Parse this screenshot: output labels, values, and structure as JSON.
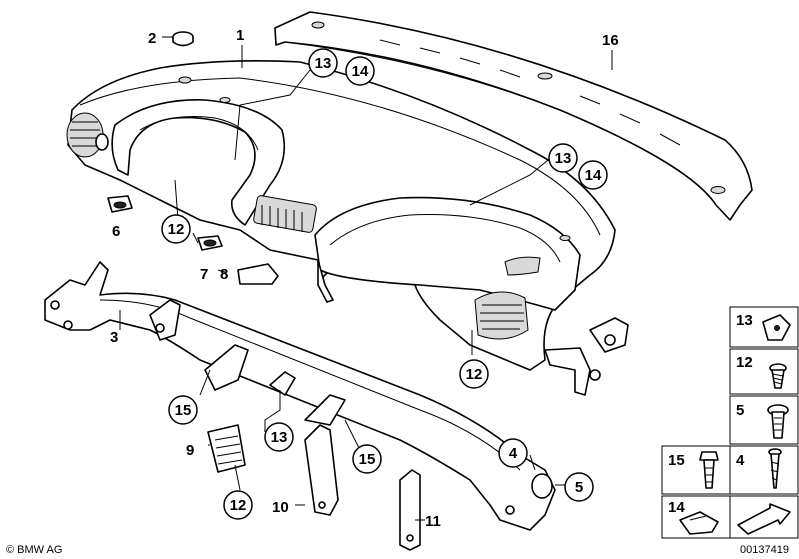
{
  "diagram": {
    "labels": {
      "p1": "1",
      "p2": "2",
      "p3": "3",
      "p4": "4",
      "p5": "5",
      "p6": "6",
      "p7": "7",
      "p8": "8",
      "p9": "9",
      "p10": "10",
      "p11": "11",
      "p16": "16"
    },
    "callouts": {
      "c13a": "13",
      "c14a": "14",
      "c13b": "13",
      "c14b": "14",
      "c12a": "12",
      "c12b": "12",
      "c12c": "12",
      "c15a": "15",
      "c15b": "15",
      "c13c": "13",
      "c4": "4",
      "c5": "5"
    },
    "legend": {
      "rows": [
        {
          "number": "13"
        },
        {
          "number": "12"
        },
        {
          "number": "5"
        },
        {
          "left": "15",
          "right": "4"
        },
        {
          "number": "14"
        }
      ]
    },
    "copyright": "© BMW AG",
    "image_number": "00137419"
  }
}
